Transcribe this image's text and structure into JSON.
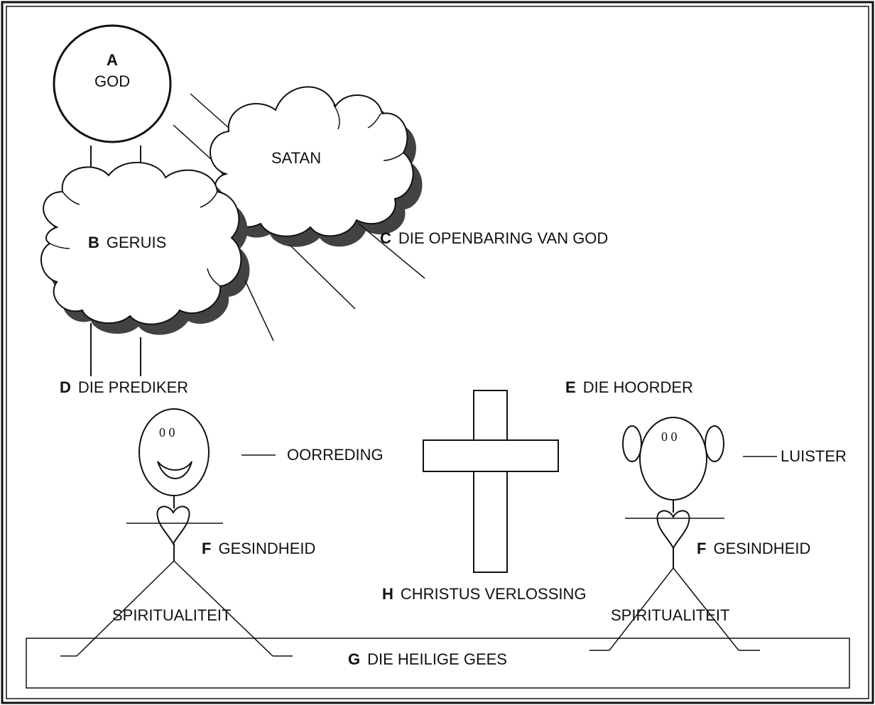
{
  "god": {
    "letter": "A",
    "text": "GOD"
  },
  "satan": {
    "text": "SATAN"
  },
  "noise": {
    "letter": "B",
    "text": "GERUIS"
  },
  "revelation": {
    "letter": "C",
    "text": "DIE OPENBARING VAN GOD"
  },
  "preacher": {
    "letter": "D",
    "text": "DIE PREDIKER"
  },
  "hearer": {
    "letter": "E",
    "text": "DIE HOORDER"
  },
  "persuasion": {
    "text": "OORREDING"
  },
  "listen": {
    "text": "LUISTER"
  },
  "disposition_left": {
    "letter": "F",
    "text": "GESINDHEID"
  },
  "disposition_right": {
    "letter": "F",
    "text": "GESINDHEID"
  },
  "spirituality_left": {
    "text": "SPIRITUALITEIT"
  },
  "spirituality_right": {
    "text": "SPIRITUALITEIT"
  },
  "holy_spirit": {
    "letter": "G",
    "text": "DIE HEILIGE GEES"
  },
  "redemption": {
    "letter": "H",
    "text": "CHRISTUS VERLOSSING"
  },
  "eyes_left": "0 0",
  "eyes_right": "0 0"
}
